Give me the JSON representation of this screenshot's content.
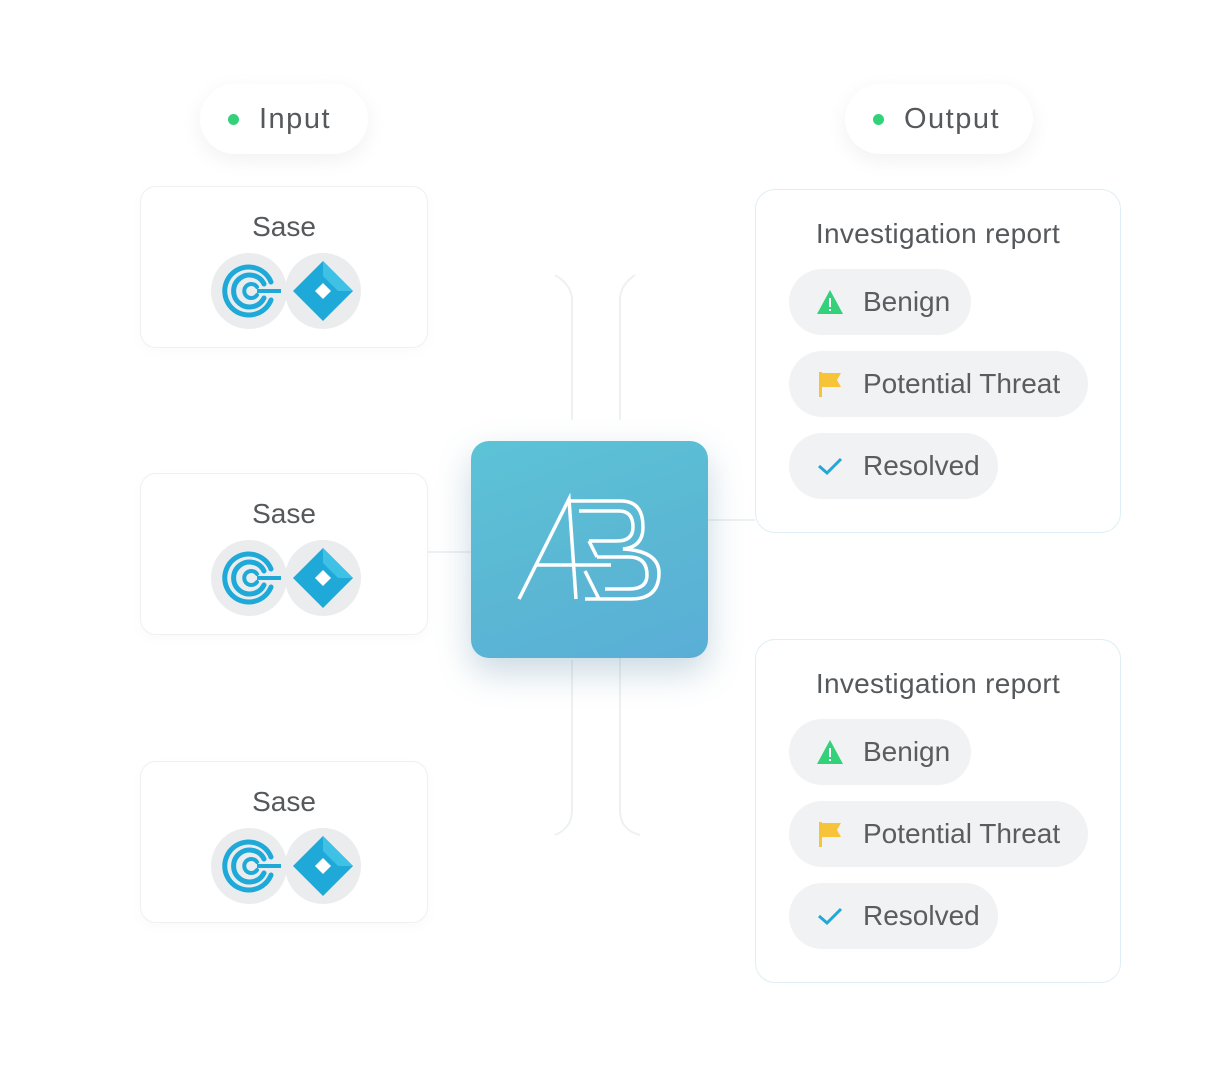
{
  "input_header": {
    "label": "Input"
  },
  "output_header": {
    "label": "Output"
  },
  "sources": [
    {
      "title": "Sase",
      "icons": [
        "circular-c-logo-icon",
        "diamond-logo-icon"
      ]
    },
    {
      "title": "Sase",
      "icons": [
        "circular-c-logo-icon",
        "diamond-logo-icon"
      ]
    },
    {
      "title": "Sase",
      "icons": [
        "circular-c-logo-icon",
        "diamond-logo-icon"
      ]
    }
  ],
  "center_logo": {
    "text": "AB",
    "background": "#5bb8d4"
  },
  "reports": [
    {
      "title": "Investigation report",
      "statuses": [
        {
          "label": "Benign",
          "icon": "warning-triangle-icon",
          "color": "#33d17a"
        },
        {
          "label": "Potential Threat",
          "icon": "flag-icon",
          "color": "#f7c339"
        },
        {
          "label": "Resolved",
          "icon": "checkmark-icon",
          "color": "#22a7d6"
        }
      ]
    },
    {
      "title": "Investigation report",
      "statuses": [
        {
          "label": "Benign",
          "icon": "warning-triangle-icon",
          "color": "#33d17a"
        },
        {
          "label": "Potential Threat",
          "icon": "flag-icon",
          "color": "#f7c339"
        },
        {
          "label": "Resolved",
          "icon": "checkmark-icon",
          "color": "#22a7d6"
        }
      ]
    }
  ],
  "colors": {
    "accent_dot": "#33d17a",
    "logo_blue": "#22a7d6"
  }
}
